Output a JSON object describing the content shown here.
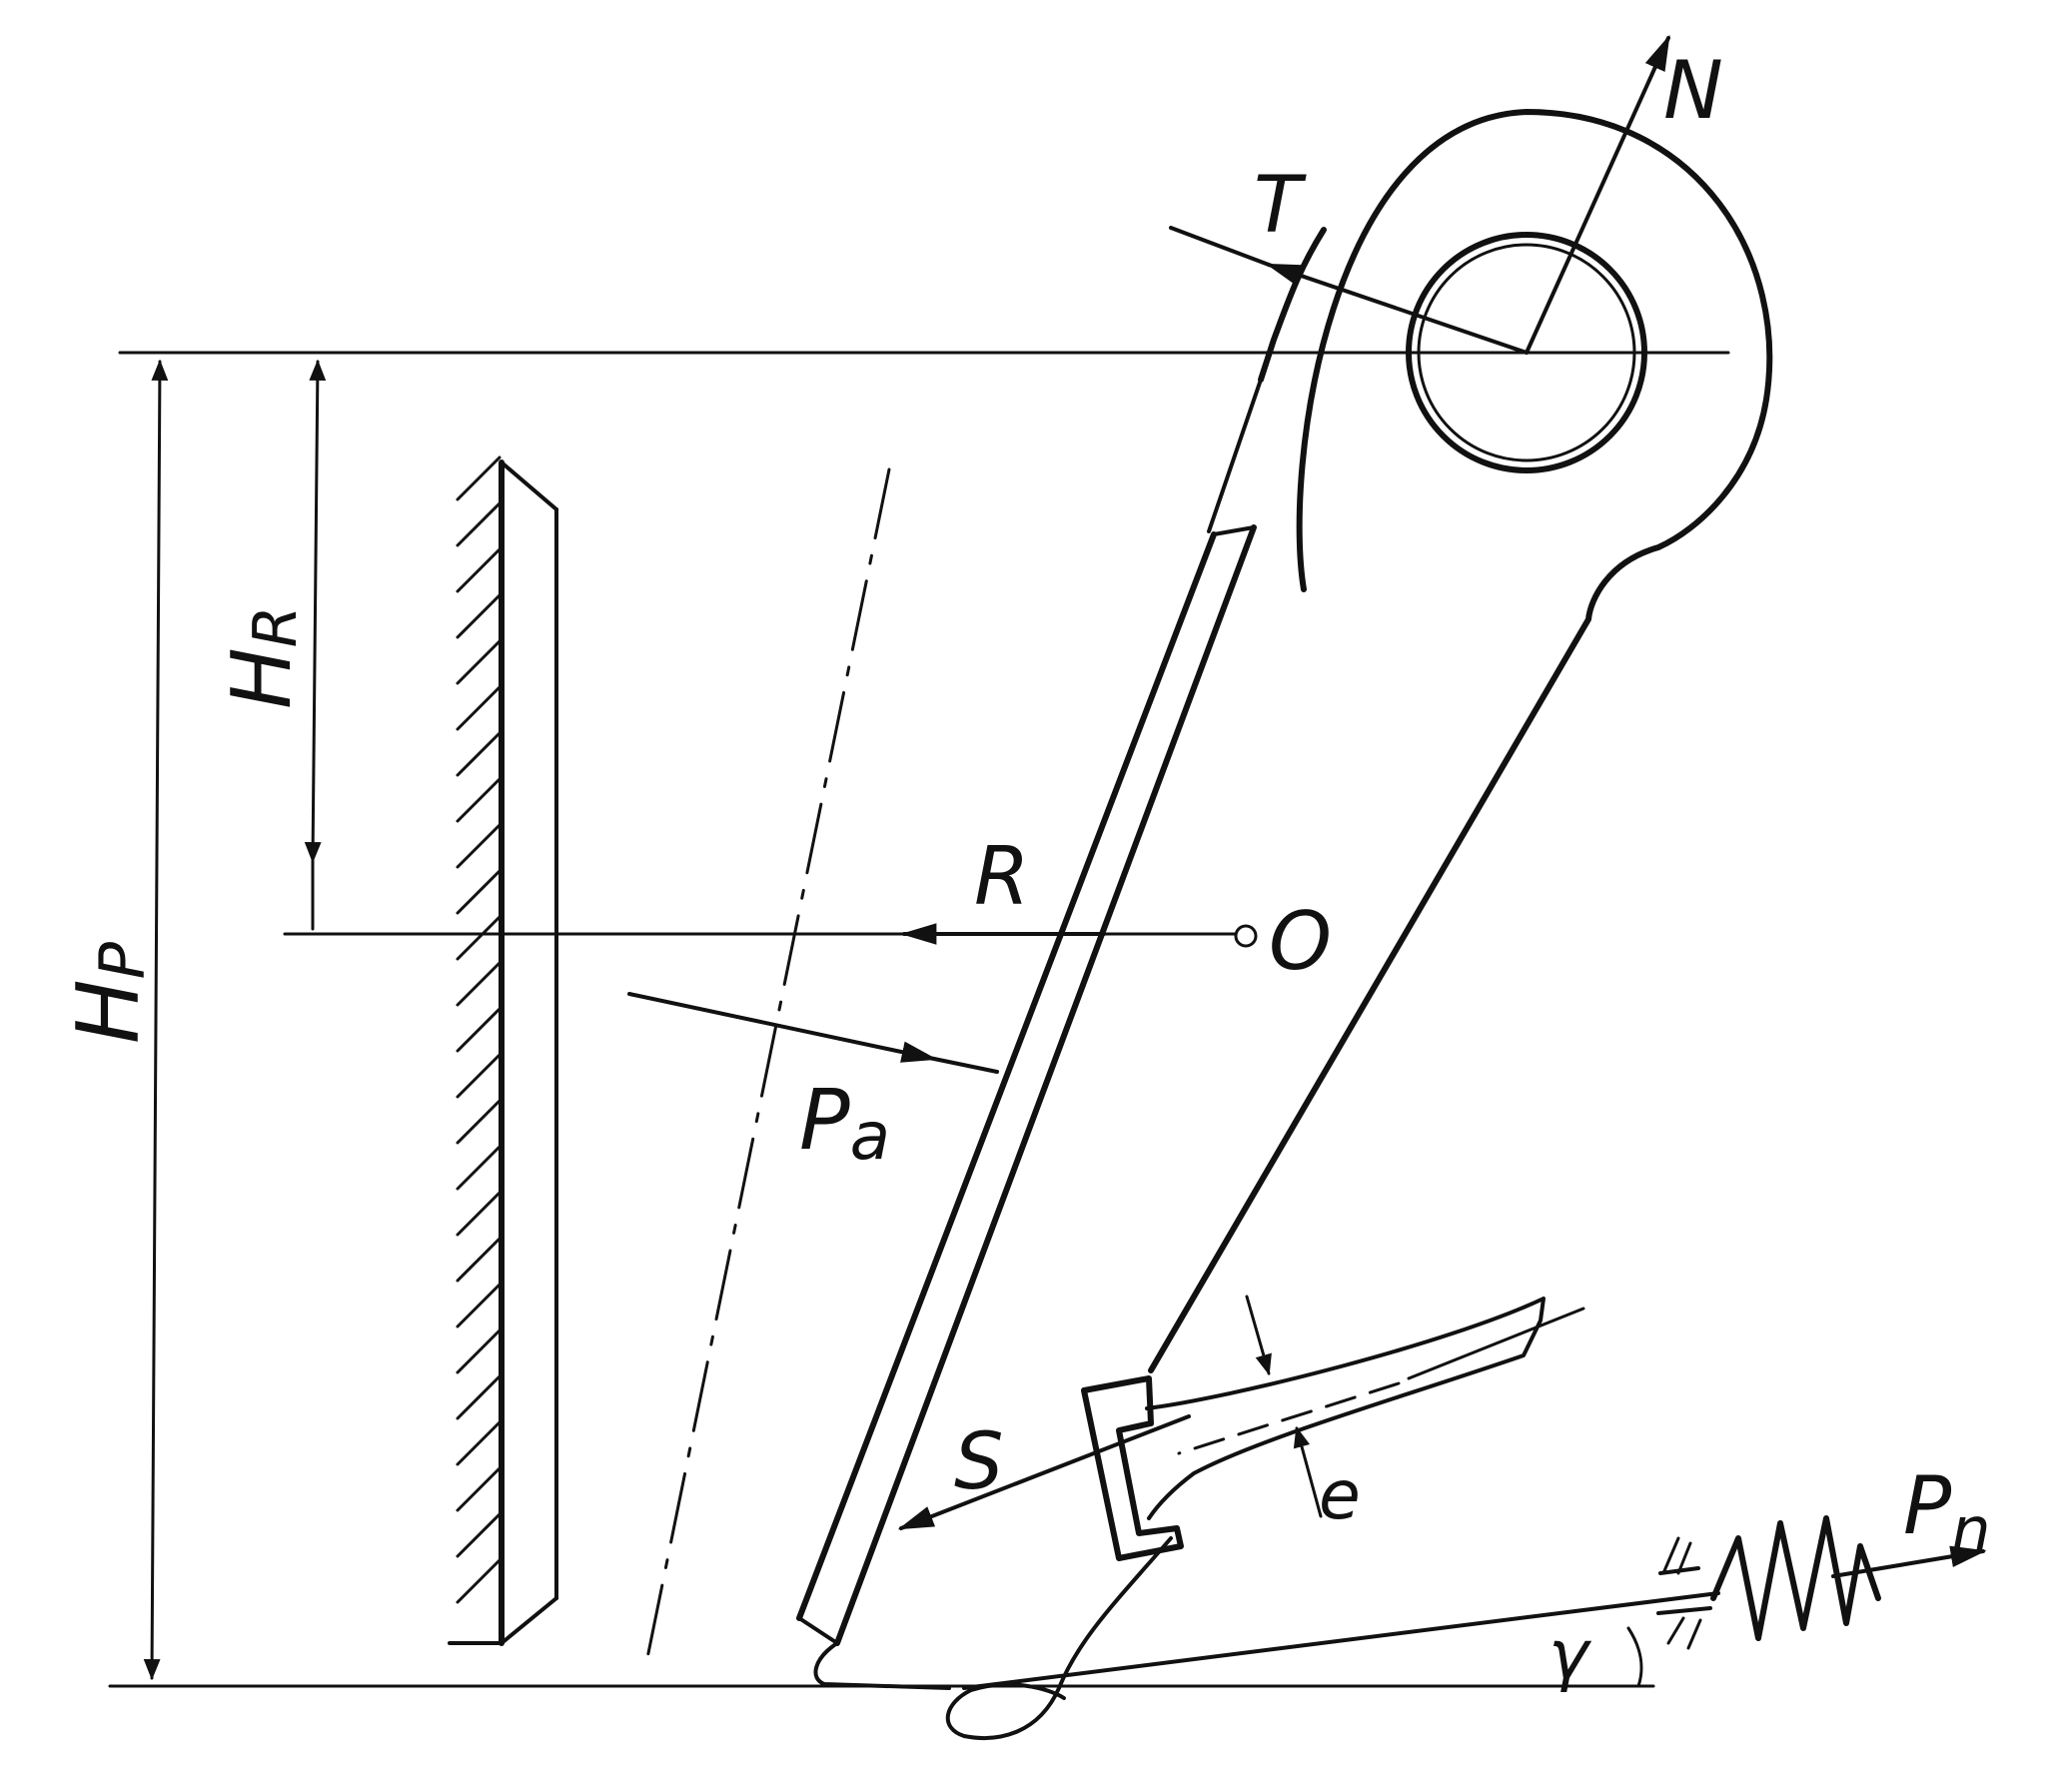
{
  "labels": {
    "N": "N",
    "T": "T",
    "R": "R",
    "O": "O",
    "Pa_main": "P",
    "Pa_sub": "a",
    "S": "S",
    "e": "e",
    "Pn_main": "P",
    "Pn_sub": "n",
    "gamma": "γ",
    "HR_main": "H",
    "HR_sub": "R",
    "Hp_main": "H",
    "Hp_sub": "P"
  },
  "colors": {
    "ink": "#111111",
    "paper": "#ffffff"
  }
}
